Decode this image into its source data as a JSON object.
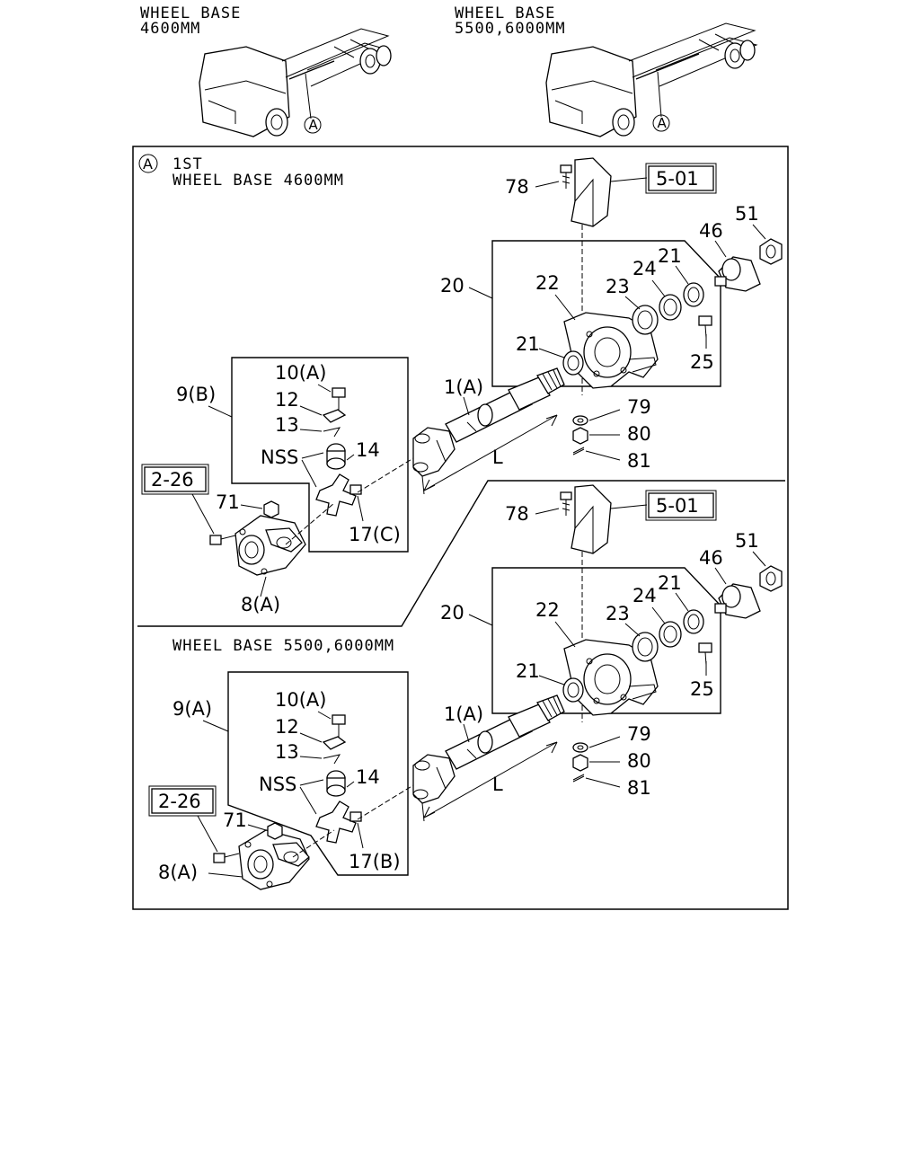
{
  "header": {
    "left_title_line1": "WHEEL BASE",
    "left_title_line2": "4600MM",
    "right_title_line1": "WHEEL BASE",
    "right_title_line2": "5500,6000MM",
    "callout": "A"
  },
  "panel": {
    "marker": "A",
    "section1_line1": "1ST",
    "section1_line2": "WHEEL BASE 4600MM",
    "section2_title": "WHEEL BASE 5500,6000MM"
  },
  "ref_boxes": {
    "ref_501": "5-01",
    "ref_226": "2-26"
  },
  "labels_top": {
    "p78": "78",
    "p51": "51",
    "p46": "46",
    "p21a": "21",
    "p20": "20",
    "p22": "22",
    "p23": "23",
    "p24": "24",
    "p21b": "21",
    "p25": "25",
    "p1": "1(A)",
    "p79": "79",
    "p80": "80",
    "p81": "81",
    "pL": "L",
    "p9": "9(B)",
    "p10": "10(A)",
    "p12": "12",
    "p13": "13",
    "pNSS": "NSS",
    "p14": "14",
    "p71": "71",
    "p17": "17(C)",
    "p8": "8(A)"
  },
  "labels_bottom": {
    "p78": "78",
    "p51": "51",
    "p46": "46",
    "p21a": "21",
    "p20": "20",
    "p22": "22",
    "p23": "23",
    "p24": "24",
    "p21b": "21",
    "p25": "25",
    "p1": "1(A)",
    "p79": "79",
    "p80": "80",
    "p81": "81",
    "pL": "L",
    "p9": "9(A)",
    "p10": "10(A)",
    "p12": "12",
    "p13": "13",
    "pNSS": "NSS",
    "p14": "14",
    "p71": "71",
    "p17": "17(B)",
    "p8": "8(A)"
  }
}
